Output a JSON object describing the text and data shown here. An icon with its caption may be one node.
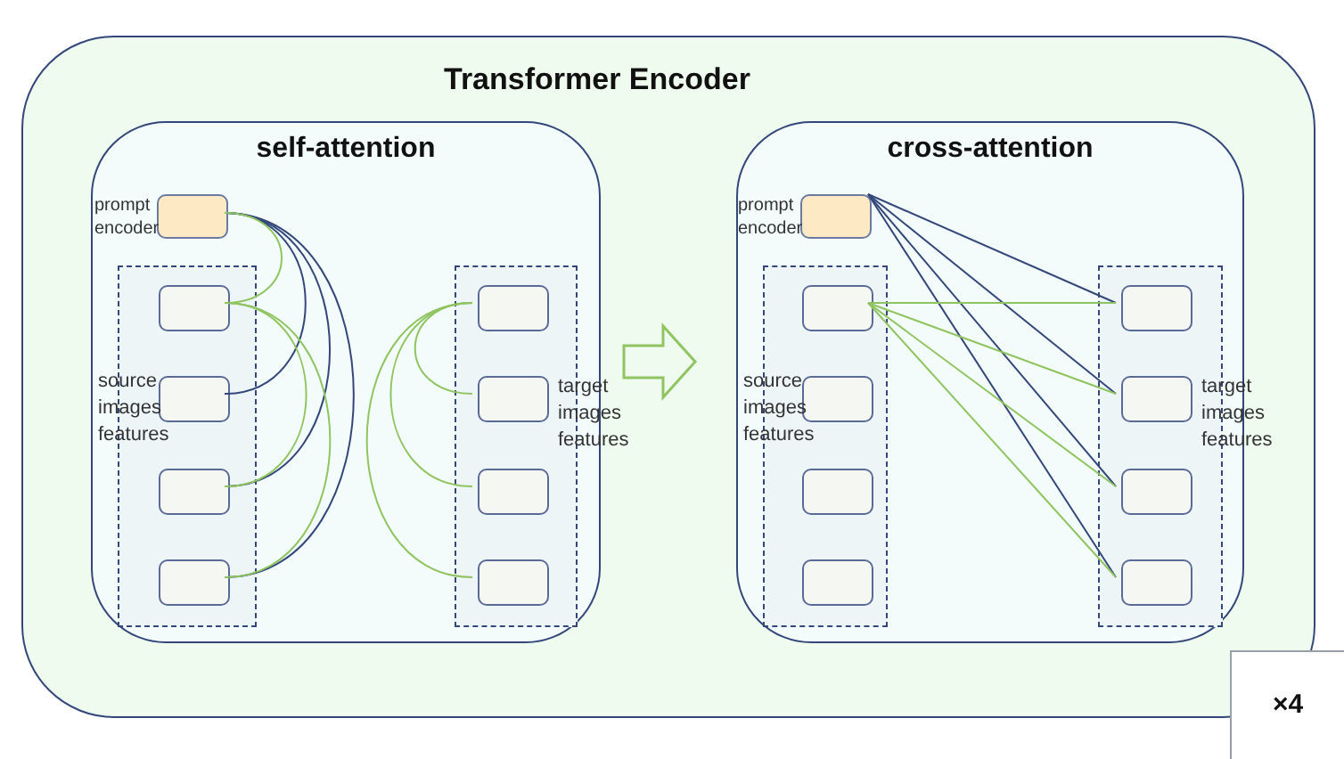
{
  "diagram": {
    "title": "Transformer Encoder",
    "nodes": [
      {
        "text": [],
        "shape": "box"
      },
      {
        "text": [
          "self-attention"
        ],
        "in": 0
      },
      {
        "text": [],
        "shape": "box",
        "in": 1,
        "beside": [
          "prompt encoder"
        ]
      },
      {
        "text": [
          "source images features"
        ],
        "in": 1
      },
      {
        "text": [],
        "shape": "box",
        "in": 3
      },
      {
        "text": [],
        "shape": "box",
        "in": 3
      },
      {
        "text": [],
        "shape": "box",
        "in": 3
      },
      {
        "text": [],
        "shape": "box",
        "in": 3
      },
      {
        "text": [],
        "shape": "box",
        "in": 1,
        "beside": [
          "target images features"
        ]
      },
      {
        "text": [],
        "shape": "box",
        "in": 8
      },
      {
        "text": [],
        "shape": "box",
        "in": 8
      },
      {
        "text": [],
        "shape": "box",
        "in": 8
      },
      {
        "text": [],
        "shape": "box",
        "in": 8
      },
      {
        "text": [
          "cross-attention"
        ],
        "in": 0
      },
      {
        "text": [],
        "shape": "box",
        "in": 13,
        "beside": [
          "prompt encoder"
        ]
      },
      {
        "text": [
          "source images features"
        ],
        "in": 13
      },
      {
        "text": [],
        "shape": "box",
        "in": 15
      },
      {
        "text": [],
        "shape": "box",
        "in": 15
      },
      {
        "text": [],
        "shape": "box",
        "in": 15
      },
      {
        "text": [],
        "shape": "box",
        "in": 15
      },
      {
        "text": [],
        "shape": "box",
        "in": 13,
        "beside": [
          "target images features"
        ]
      },
      {
        "text": [],
        "shape": "box",
        "in": 20
      },
      {
        "text": [],
        "shape": "box",
        "in": 20
      },
      {
        "text": [],
        "shape": "box",
        "in": 20
      },
      {
        "text": [],
        "shape": "box",
        "in": 20
      },
      {
        "text": [
          "×4"
        ]
      }
    ],
    "edges": [
      {
        "from": 2,
        "to": 5,
        "arrow": "none",
        "color": "#34477a"
      },
      {
        "from": 2,
        "to": 6,
        "arrow": "none",
        "color": "#34477a"
      },
      {
        "from": 2,
        "to": 7,
        "arrow": "none",
        "color": "#34477a"
      },
      {
        "from": 4,
        "to": 2,
        "arrow": "none"
      },
      {
        "from": 4,
        "to": 6,
        "arrow": "none"
      },
      {
        "from": 4,
        "to": 7,
        "arrow": "none"
      },
      {
        "from": 9,
        "to": 10,
        "arrow": "none"
      },
      {
        "from": 9,
        "to": 11,
        "arrow": "none"
      },
      {
        "from": 9,
        "to": 12,
        "arrow": "none"
      },
      {
        "from": 14,
        "to": 21,
        "arrow": "none",
        "color": "#34477a"
      },
      {
        "from": 14,
        "to": 22,
        "arrow": "none",
        "color": "#34477a"
      },
      {
        "from": 14,
        "to": 23,
        "arrow": "none",
        "color": "#34477a"
      },
      {
        "from": 14,
        "to": 24,
        "arrow": "none",
        "color": "#34477a"
      },
      {
        "from": 16,
        "to": 21,
        "arrow": "none"
      },
      {
        "from": 16,
        "to": 22,
        "arrow": "none"
      },
      {
        "from": 16,
        "to": 23,
        "arrow": "none"
      },
      {
        "from": 16,
        "to": 24,
        "arrow": "none"
      },
      {
        "from": 1,
        "to": 13,
        "arrow": "to",
        "style": "thick"
      }
    ]
  }
}
